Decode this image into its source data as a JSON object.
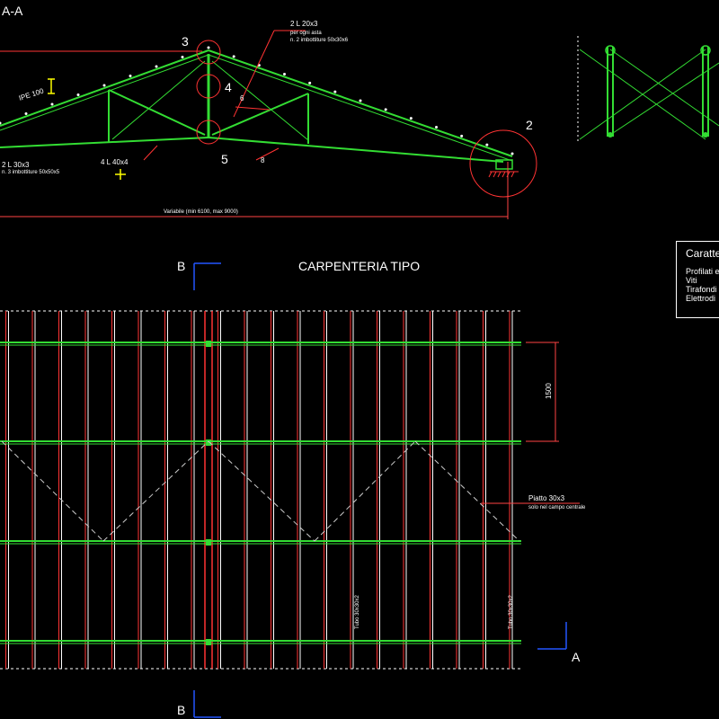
{
  "section_aa": {
    "title": "A-A",
    "node_numbers": [
      "3",
      "4",
      "5",
      "2"
    ],
    "member_numbers": [
      "6",
      "8"
    ],
    "top_chord_label": "IPE 100",
    "bottom_chord_label": "2 L 30x3",
    "bottom_chord_note": "n. 3 imbottiture 50x50x5",
    "diagonal_label": "2 L 20x3",
    "diagonal_note_1": "per ogni asta",
    "diagonal_note_2": "n. 2 imbottiture 50x30x6",
    "vertical_label": "4 L 40x4",
    "span_dimension": "Variabile (min 6100, max 9000)"
  },
  "plan": {
    "title": "CARPENTERIA TIPO",
    "section_marker_b": "B",
    "section_marker_a": "A",
    "spacing_dimension": "1500",
    "bracing_label": "Piatto 30x3",
    "bracing_note": "solo nel campo centrale",
    "tube_label": "Tubo 30x30x2"
  },
  "legend": {
    "title": "Caratter",
    "items": [
      "Profilati e",
      "Viti",
      "Tirafondi",
      "Elettrodi"
    ]
  },
  "colors": {
    "background": "#000000",
    "steel": "#33dd33",
    "purlin": "#ff3333",
    "dimension": "#ff4444",
    "text": "#ffffff",
    "marker": "#2255ff",
    "dashed": "#cccccc",
    "symbol": "#ffff00"
  }
}
